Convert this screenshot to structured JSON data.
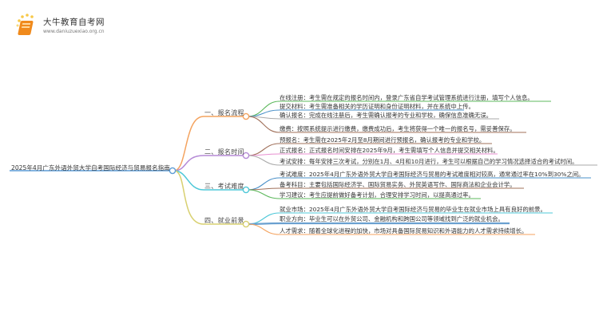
{
  "logo": {
    "name": "大牛教育自考网",
    "url": "www.daniuzuexiao.org.cn",
    "icon": "book-icon"
  },
  "root": {
    "label": "2025年4月广东外语外贸大学自考国际经济与贸易报名指南",
    "color": "#5b9bd5"
  },
  "branches": [
    {
      "label": "一、报名流程",
      "color": "#f4a35f",
      "leaves": [
        {
          "text": "在线注册：考生需在规定的报名时间内，登录广东省自学考试管理系统进行注册，填写个人信息。",
          "color": "#5cb85c"
        },
        {
          "text": "提交材料：考生需准备相关的学历证明和身份证明材料，并在系统中上传。",
          "color": "#4a90c8"
        },
        {
          "text": "确认报名：完成在线注册后，考生需确认报考的专业和学校，确保信息准确无误。",
          "color": "#aaaaaa"
        },
        {
          "text": "缴费：按照系统提示进行缴费，缴费成功后，考生将获得一个唯一的报名号，需妥善保存。",
          "color": "#a0705a"
        }
      ]
    },
    {
      "label": "二、报名时间",
      "color": "#b58ad6",
      "leaves": [
        {
          "text": "预报名：考生需在2025年2月至8月期间进行预报名，确认报考的专业和学校。",
          "color": "#a0705a"
        },
        {
          "text": "正式报名：正式报名时间安排在2025年9月，考生需填写个人信息并提交相关材料。",
          "color": "#e88fd0"
        },
        {
          "text": "考试安排：每年安排三次考试，分别在1月、4月和10月进行，考生可以根据自己的学习情况选择适合的考试时间。",
          "color": "#aaaaaa"
        }
      ]
    },
    {
      "label": "三、考试难度",
      "color": "#4fc8d8",
      "leaves": [
        {
          "text": "考试难度：2025年4月广东外语外贸大学自考国际经济与贸易的考试难度相对较高，通常通过率在10%到30%之间。",
          "color": "#4a90c8"
        },
        {
          "text": "备考科目：主要包括国际经济学、国际贸易实务、外贸英语写作、国际商法和企业会计学。",
          "color": "#a0705a"
        },
        {
          "text": "学习建议：考生应提前做好备考计划，合理安排学习时间，以提高通过率。",
          "color": "#5cb85c"
        }
      ]
    },
    {
      "label": "四、就业前景",
      "color": "#d8d070",
      "leaves": [
        {
          "text": "就业市场：2025年4月广东外语外贸大学自考国际经济与贸易的毕业生在就业市场上具有良好的前景。",
          "color": "#4fc8d8"
        },
        {
          "text": "职业方向：毕业生可以在外贸公司、金融机构和跨国公司等领域找到广泛的就业机会。",
          "color": "#6aa0d0"
        },
        {
          "text": "人才需求：随着全球化进程的加快，市场对具备国际贸易知识和外语能力的人才需求持续增长。",
          "color": "#f4a35f"
        }
      ]
    }
  ]
}
